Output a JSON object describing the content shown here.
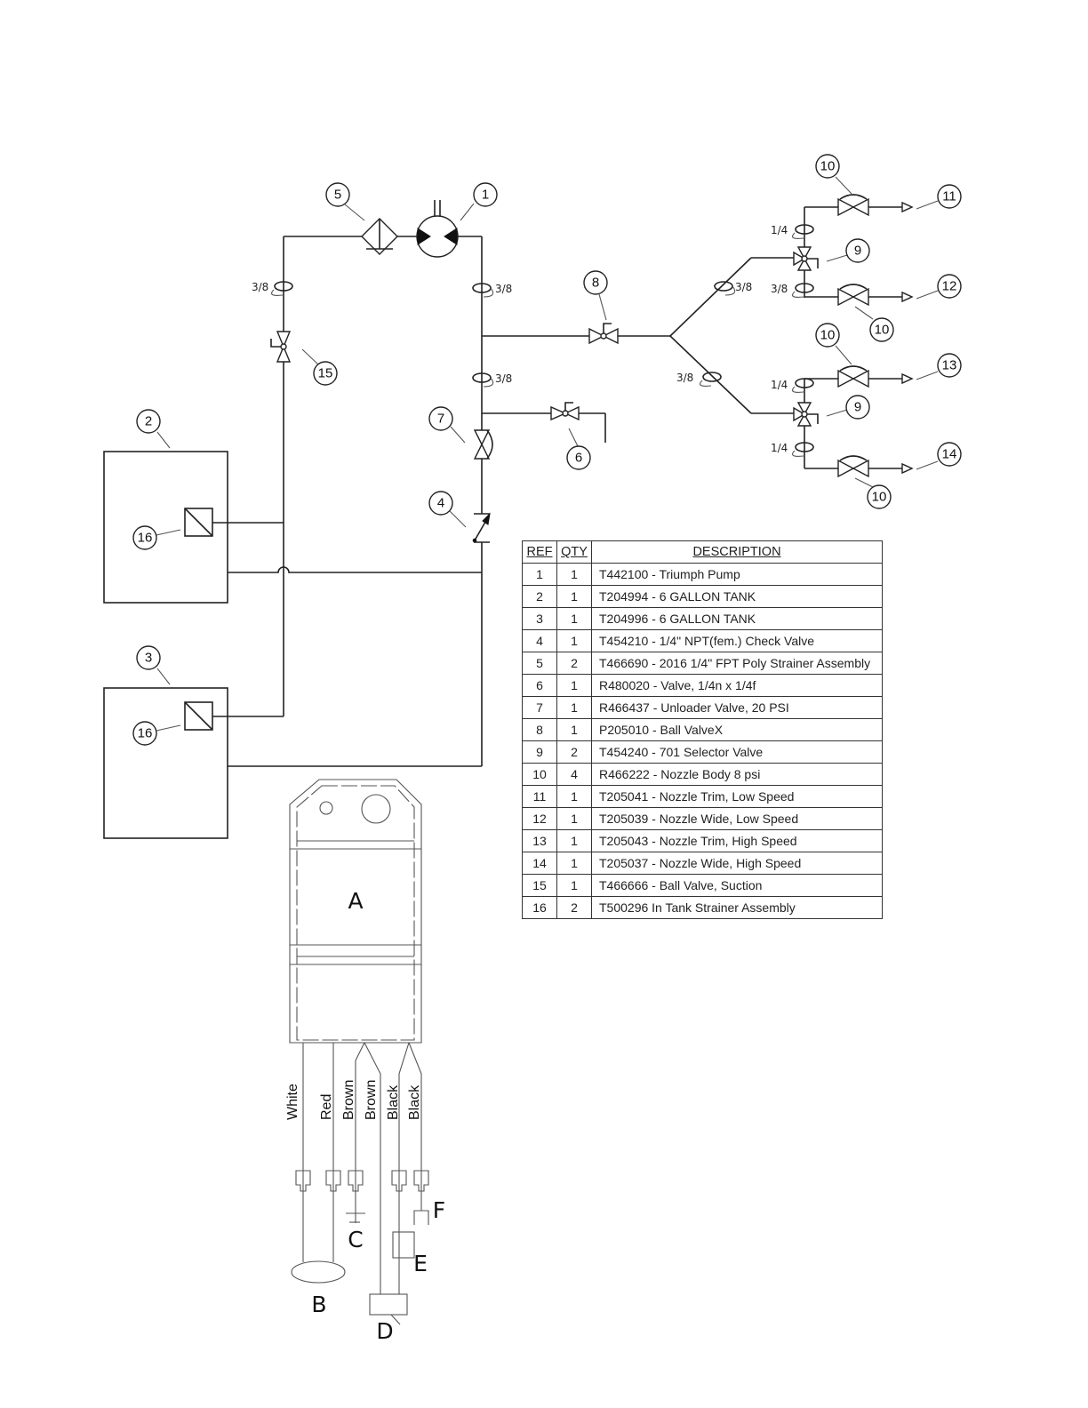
{
  "parts_table": {
    "headers": {
      "ref": "REF",
      "qty": "QTY",
      "description": "DESCRIPTION"
    },
    "rows": [
      {
        "ref": "1",
        "qty": "1",
        "description": "T442100 - Triumph Pump"
      },
      {
        "ref": "2",
        "qty": "1",
        "description": "T204994 - 6 GALLON TANK"
      },
      {
        "ref": "3",
        "qty": "1",
        "description": "T204996 - 6 GALLON TANK"
      },
      {
        "ref": "4",
        "qty": "1",
        "description": "T454210 - 1/4\" NPT(fem.) Check Valve"
      },
      {
        "ref": "5",
        "qty": "2",
        "description": "T466690 - 2016 1/4\" FPT Poly Strainer Assembly"
      },
      {
        "ref": "6",
        "qty": "1",
        "description": "R480020 - Valve, 1/4n x 1/4f"
      },
      {
        "ref": "7",
        "qty": "1",
        "description": "R466437 - Unloader Valve, 20 PSI"
      },
      {
        "ref": "8",
        "qty": "1",
        "description": "P205010 - Ball ValveX"
      },
      {
        "ref": "9",
        "qty": "2",
        "description": "T454240 - 701 Selector Valve"
      },
      {
        "ref": "10",
        "qty": "4",
        "description": "R466222 - Nozzle Body 8 psi"
      },
      {
        "ref": "11",
        "qty": "1",
        "description": "T205041 - Nozzle Trim, Low Speed"
      },
      {
        "ref": "12",
        "qty": "1",
        "description": "T205039 - Nozzle Wide, Low Speed"
      },
      {
        "ref": "13",
        "qty": "1",
        "description": "T205043 - Nozzle Trim, High Speed"
      },
      {
        "ref": "14",
        "qty": "1",
        "description": "T205037 - Nozzle Wide, High Speed"
      },
      {
        "ref": "15",
        "qty": "1",
        "description": "T466666 - Ball Valve, Suction"
      },
      {
        "ref": "16",
        "qty": "2",
        "description": "T500296 In Tank Strainer Assembly"
      }
    ]
  },
  "callouts": {
    "pump": "1",
    "tank_a": "2",
    "tank_b": "3",
    "check_valve": "4",
    "strainer": "5",
    "valve_6": "6",
    "unloader": "7",
    "ball_valve_8": "8",
    "selector_upper": "9",
    "selector_lower": "9",
    "nozzle_body_1": "10",
    "nozzle_body_2": "10",
    "nozzle_body_3": "10",
    "nozzle_body_4": "10",
    "nozzle_11": "11",
    "nozzle_12": "12",
    "nozzle_13": "13",
    "nozzle_14": "14",
    "suction_valve": "15",
    "tank_strainer_a": "16",
    "tank_strainer_b": "16"
  },
  "hose_sizes": {
    "suction_line": "3/8",
    "pump_outlet": "3/8",
    "main_lower": "3/8",
    "branch_upper": "3/8",
    "branch_lower": "3/8",
    "upper_selector_top": "1/4",
    "upper_selector_bottom": "3/8",
    "lower_selector_top": "1/4",
    "lower_selector_bottom": "1/4"
  },
  "harness": {
    "module_label": "A",
    "wires": [
      "White",
      "Red",
      "Brown",
      "Brown",
      "Black",
      "Black"
    ],
    "components": {
      "b": "B",
      "c": "C",
      "d": "D",
      "e": "E",
      "f": "F"
    }
  }
}
